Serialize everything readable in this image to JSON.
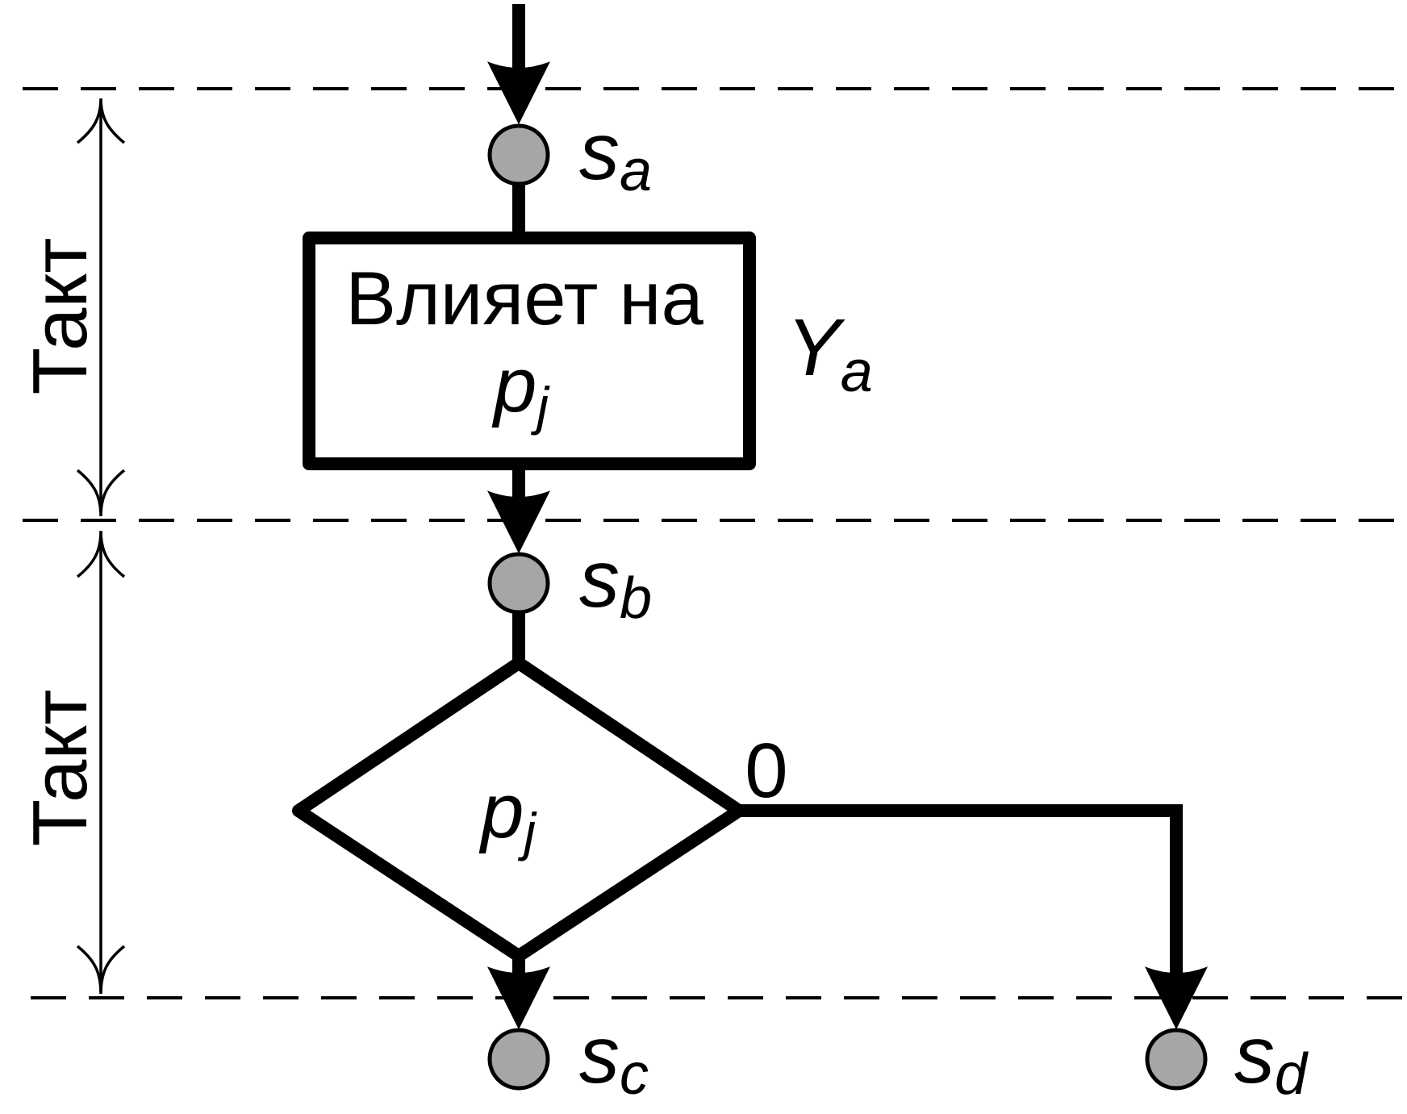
{
  "diagram": {
    "title": "",
    "colors": {
      "stroke": "#000000",
      "node_fill": "#a6a6a6",
      "background": "#ffffff"
    },
    "cycle_label_1": "Такт",
    "cycle_label_2": "Такт",
    "states": {
      "a": {
        "main": "s",
        "sub": "a"
      },
      "b": {
        "main": "s",
        "sub": "b"
      },
      "c": {
        "main": "s",
        "sub": "c"
      },
      "d": {
        "main": "s",
        "sub": "d"
      }
    },
    "operator_box": {
      "line1": "Влияет на",
      "var_main": "p",
      "var_sub": "j"
    },
    "output_label": {
      "main": "Y",
      "sub": "a"
    },
    "condition": {
      "var_main": "p",
      "var_sub": "j",
      "false_label": "0"
    }
  }
}
